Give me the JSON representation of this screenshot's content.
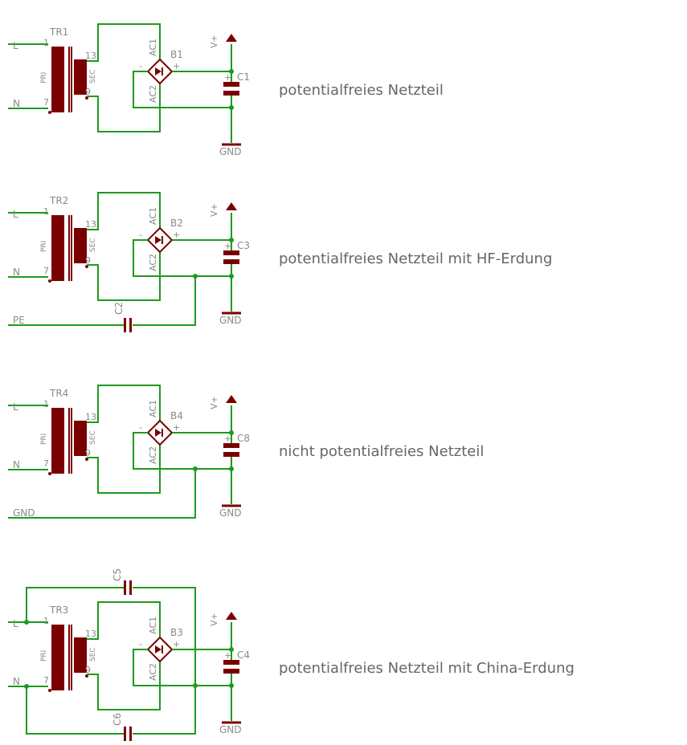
{
  "colors": {
    "wire": "#1e9a1e",
    "component": "#7a0000",
    "text": "#8a8a8a",
    "caption": "#666666",
    "background": "#ffffff"
  },
  "circuits": [
    {
      "transformer": "TR1",
      "bridge": "B1",
      "capacitor": "C1",
      "input_top": "L",
      "input_bottom": "N",
      "ground_label": "GND",
      "supply_label": "V+",
      "caption": "potentialfreies Netzteil"
    },
    {
      "transformer": "TR2",
      "bridge": "B2",
      "capacitor": "C3",
      "input_top": "L",
      "input_bottom": "N",
      "extra_line": "PE",
      "extra_cap": "C2",
      "ground_label": "GND",
      "supply_label": "V+",
      "caption": "potentialfreies Netzteil mit HF-Erdung"
    },
    {
      "transformer": "TR4",
      "bridge": "B4",
      "capacitor": "C8",
      "input_top": "L",
      "input_bottom": "N",
      "extra_line": "GND",
      "ground_label": "GND",
      "supply_label": "V+",
      "caption": "nicht potentialfreies Netzteil"
    },
    {
      "transformer": "TR3",
      "bridge": "B3",
      "capacitor": "C4",
      "input_top": "L",
      "input_bottom": "N",
      "extra_cap_top": "C5",
      "extra_cap_bottom": "C6",
      "ground_label": "GND",
      "supply_label": "V+",
      "caption": "potentialfreies Netzteil mit China-Erdung"
    }
  ],
  "pins": {
    "pri_1": "1",
    "pri_7": "7",
    "sec_13": "13",
    "sec_9": "9",
    "pri": "PRI",
    "sec": "SEC",
    "ac1": "AC1",
    "ac2": "AC2",
    "minus": "-",
    "plus": "+",
    "cap_plus": "+"
  }
}
